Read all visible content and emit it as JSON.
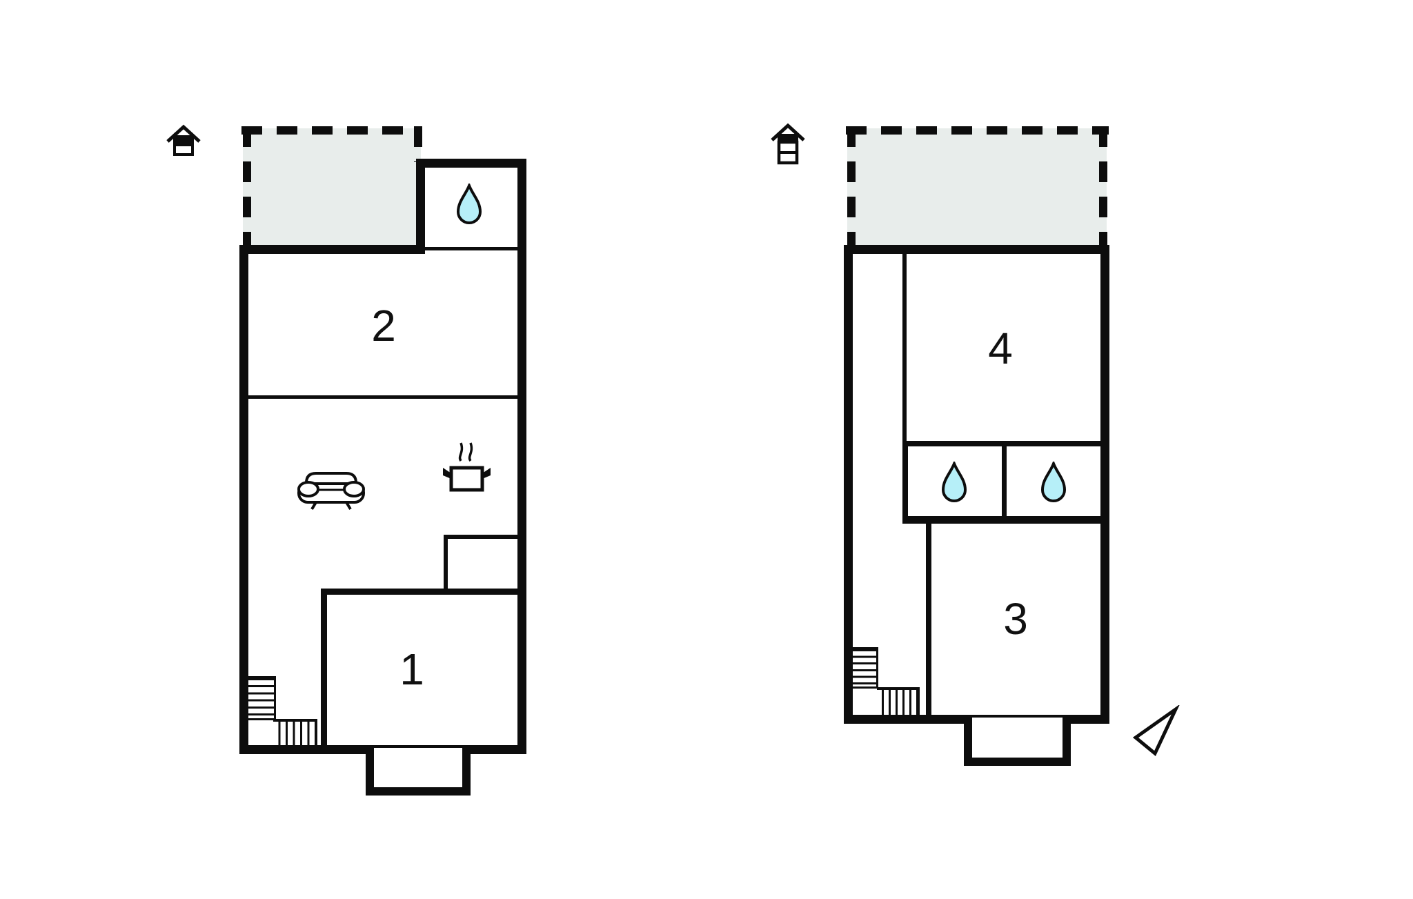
{
  "colors": {
    "wall": "#0d0d0d",
    "terrace_fill": "#e8edeb",
    "drop_fill": "#b6eff8",
    "background": "#ffffff",
    "label_color": "#101010"
  },
  "left_plan": {
    "name": "ground-floor-plan",
    "room_labels": {
      "room1": "1",
      "room2": "2"
    },
    "features": [
      "terrace-dashed",
      "bathroom-with-drop",
      "sofa",
      "stove-pot",
      "stairs",
      "entrance-porch"
    ]
  },
  "right_plan": {
    "name": "upper-floor-plan",
    "room_labels": {
      "room3": "3",
      "room4": "4"
    },
    "features": [
      "terrace-dashed",
      "two-bathrooms-with-drops",
      "stairs",
      "entrance-porch",
      "north-arrow"
    ]
  },
  "icons": {
    "house": "house-icon",
    "water_drop": "water-drop-icon",
    "sofa": "sofa-icon",
    "stove": "stove-pot-icon",
    "north_arrow": "north-arrow-icon"
  }
}
